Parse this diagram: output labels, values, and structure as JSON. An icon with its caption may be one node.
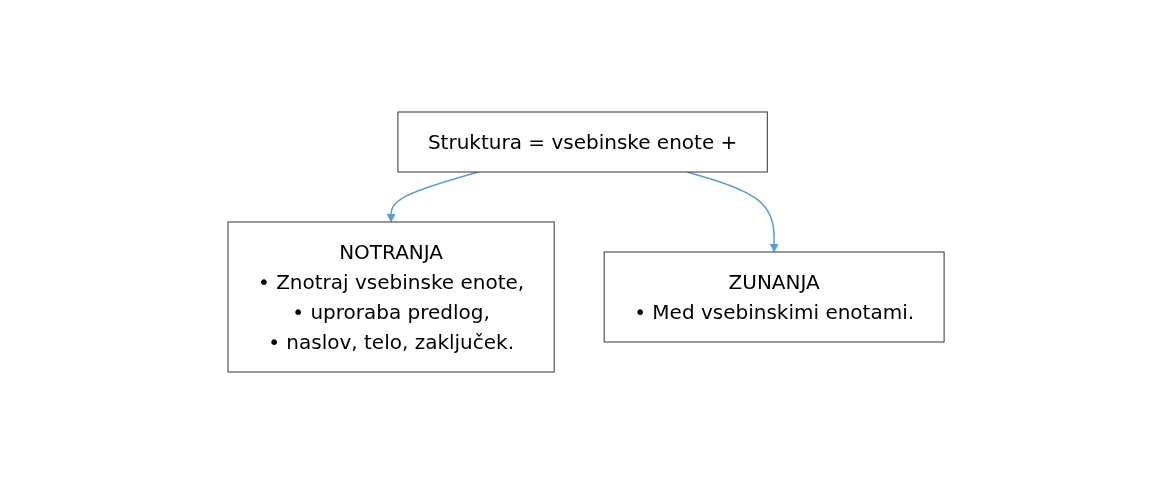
{
  "diagram": {
    "nodes": [
      {
        "text": [
          "Struktura = vsebinske enote +"
        ]
      },
      {
        "text": [
          "NOTRANJA",
          "• Znotraj vsebinske enote,",
          "• uproraba predlog,",
          "• naslov, telo, zaključek."
        ]
      },
      {
        "text": [
          "ZUNANJA",
          "• Med vsebinskimi enotami."
        ]
      }
    ],
    "edges": [
      {
        "from": 0,
        "to": 1,
        "arrow": "to"
      },
      {
        "from": 0,
        "to": 2,
        "arrow": "to"
      }
    ]
  }
}
